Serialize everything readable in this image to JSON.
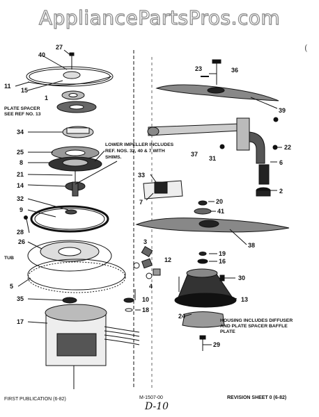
{
  "header": {
    "site_title": "AppliancePartsPros.com"
  },
  "stray_mark": "(",
  "callouts": {
    "c2": "2",
    "c3": "3",
    "c4": "4",
    "c5": "5",
    "c6": "6",
    "c7": "7",
    "c8": "8",
    "c9": "9",
    "c10": "10",
    "c11": "11",
    "c12": "12",
    "c13": "13",
    "c14": "14",
    "c15": "15",
    "c16": "16",
    "c17": "17",
    "c18": "18",
    "c19": "19",
    "c20": "20",
    "c21": "21",
    "c22": "22",
    "c23": "23",
    "c24": "24",
    "c25": "25",
    "c26": "26",
    "c27": "27",
    "c28": "28",
    "c29": "29",
    "c30": "30",
    "c31": "31",
    "c32": "32",
    "c33": "33",
    "c34": "34",
    "c35": "35",
    "c36": "36",
    "c37": "37",
    "c38": "38",
    "c39": "39",
    "c40": "40",
    "c41": "41",
    "c1": "1"
  },
  "notes": {
    "plate_spacer_1": "PLATE SPACER",
    "plate_spacer_2": "SEE REF NO. 13",
    "lower_impeller_1": "LOWER IMPELLER INCLUDES",
    "lower_impeller_2": "REF. NOS. 32, 40 & 7 WITH",
    "lower_impeller_3": "SHIMS.",
    "tub": "TUB",
    "housing_1": "HOUSING INCLUDES DIFFUSER",
    "housing_2": "AND PLATE SPACER BAFFLE",
    "housing_3": "PLATE"
  },
  "footer": {
    "publication": "FIRST PUBLICATION (6-82)",
    "part_number": "M-1507-00",
    "handwritten": "D-10",
    "revision": "REVISION SHEET 0 (6-82)"
  }
}
